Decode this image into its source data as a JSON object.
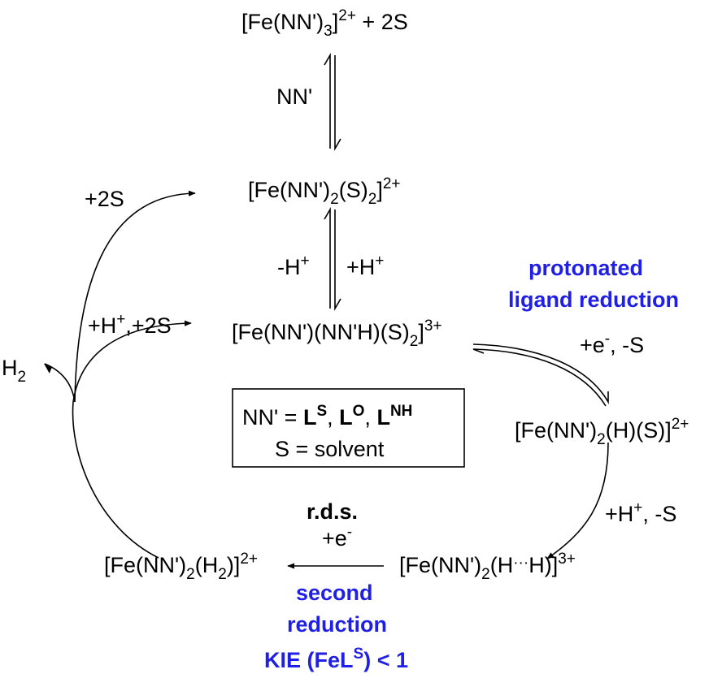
{
  "colors": {
    "text": "#000000",
    "accent_blue": "#1f1fe6",
    "background": "#ffffff"
  },
  "species": {
    "fe_nn3": {
      "a": "[Fe(NN')",
      "b": "3",
      "c": "]",
      "d": "2+",
      "e": " + 2S"
    },
    "fe_nn2_s2": {
      "a": "[Fe(NN')",
      "b": "2",
      "c": "(S)",
      "d": "2",
      "e": "]",
      "f": "2+"
    },
    "fe_nn_nnh_s2": {
      "a": "[Fe(NN')(NN'H)(S)",
      "b": "2",
      "c": "]",
      "d": "3+"
    },
    "fe_nn2_h_s": {
      "a": "[Fe(NN')",
      "b": "2",
      "c": "(H)(S)]",
      "d": "2+"
    },
    "fe_nn2_hh": {
      "a": "[Fe(NN')",
      "b": "2",
      "c": "(H",
      "dots": "···",
      "d": "H)]",
      "e": "3+"
    },
    "fe_nn2_h2": {
      "a": "[Fe(NN')",
      "b": "2",
      "c": "(H",
      "d": "2",
      "e": ")]",
      "f": "2+"
    },
    "h2": {
      "a": "H",
      "b": "2"
    }
  },
  "arrow_labels": {
    "nn": "NN'",
    "minus_h": {
      "a": "-H",
      "b": "+"
    },
    "plus_h": {
      "a": "+H",
      "b": "+"
    },
    "plus_2s": "+2S",
    "plus_h_2s": {
      "a": "+H",
      "b": "+",
      "c": ",+2S"
    },
    "plus_e_minus_s": {
      "a": "+e",
      "b": "-",
      "c": ", -S"
    },
    "plus_h_minus_s": {
      "a": "+H",
      "b": "+",
      "c": ", -S"
    },
    "rds": "r.d.s.",
    "plus_e": {
      "a": "+e",
      "b": "-"
    }
  },
  "annotations": {
    "protonated": "protonated",
    "ligand_reduction": "ligand reduction",
    "second": "second",
    "reduction": "reduction",
    "kie": {
      "a": "KIE (FeL",
      "b": "S",
      "c": ") < 1"
    }
  },
  "legend": {
    "nn_eq": "NN' = ",
    "l": "L",
    "s": "S",
    "o": "O",
    "nh": "NH",
    "comma": ", ",
    "solvent": "S = solvent"
  }
}
